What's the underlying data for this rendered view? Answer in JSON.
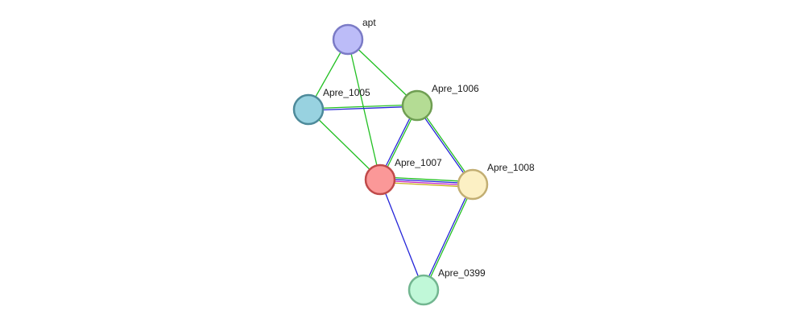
{
  "network": {
    "nodes": [
      {
        "id": "apt",
        "label": "apt",
        "fill": "#bcbcf8",
        "stroke": "#7b7bc6"
      },
      {
        "id": "Apre_1005",
        "label": "Apre_1005",
        "fill": "#98d2e0",
        "stroke": "#4d8a9a"
      },
      {
        "id": "Apre_1006",
        "label": "Apre_1006",
        "fill": "#b4dc94",
        "stroke": "#6f9e52"
      },
      {
        "id": "Apre_1007",
        "label": "Apre_1007",
        "fill": "#fb9898",
        "stroke": "#c04a4a"
      },
      {
        "id": "Apre_1008",
        "label": "Apre_1008",
        "fill": "#fcf0c4",
        "stroke": "#c2ae72"
      },
      {
        "id": "Apre_0399",
        "label": "Apre_0399",
        "fill": "#c0f8d8",
        "stroke": "#72b690"
      }
    ],
    "edges": [
      {
        "source": "apt",
        "target": "Apre_1005",
        "colors": [
          "#22c022"
        ]
      },
      {
        "source": "apt",
        "target": "Apre_1006",
        "colors": [
          "#22c022"
        ]
      },
      {
        "source": "apt",
        "target": "Apre_1007",
        "colors": [
          "#22c022"
        ]
      },
      {
        "source": "Apre_1005",
        "target": "Apre_1006",
        "colors": [
          "#22c022",
          "#2424d8"
        ]
      },
      {
        "source": "Apre_1005",
        "target": "Apre_1007",
        "colors": [
          "#22c022"
        ]
      },
      {
        "source": "Apre_1006",
        "target": "Apre_1007",
        "colors": [
          "#22c022",
          "#2424d8"
        ]
      },
      {
        "source": "Apre_1006",
        "target": "Apre_1008",
        "colors": [
          "#22c022",
          "#2424d8"
        ]
      },
      {
        "source": "Apre_1007",
        "target": "Apre_1008",
        "colors": [
          "#22c022",
          "#2424d8",
          "#c020c0",
          "#c8b020"
        ]
      },
      {
        "source": "Apre_1007",
        "target": "Apre_0399",
        "colors": [
          "#2424d8"
        ]
      },
      {
        "source": "Apre_1008",
        "target": "Apre_0399",
        "colors": [
          "#22c022",
          "#2424d8"
        ]
      }
    ]
  }
}
